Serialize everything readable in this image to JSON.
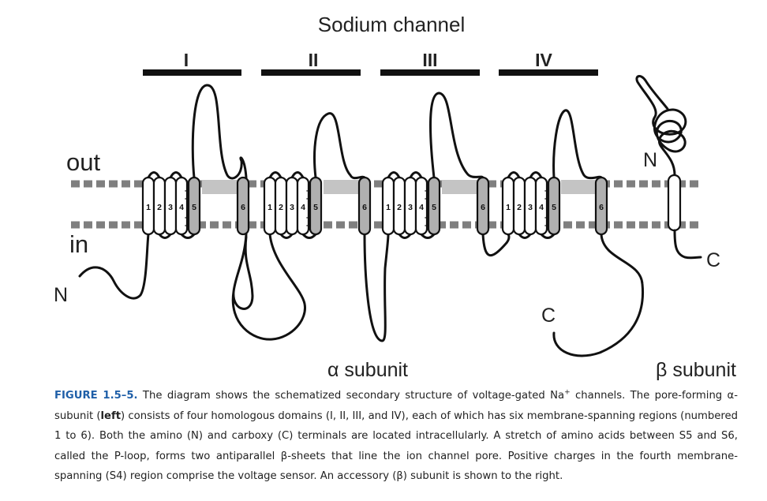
{
  "diagram": {
    "title": "Sodium channel",
    "domains": [
      "I",
      "II",
      "III",
      "IV"
    ],
    "side_labels": {
      "outside": "out",
      "inside": "in"
    },
    "helix_numbers": [
      "1",
      "2",
      "3",
      "4",
      "5",
      "6"
    ],
    "s4_charge": "+",
    "alpha": {
      "label": "α subunit",
      "n_term": "N",
      "c_term": "C"
    },
    "beta": {
      "label": "β subunit",
      "n_term": "N",
      "c_term": "C"
    },
    "colors": {
      "line": "#111111",
      "membrane_dash": "#7f7f7f",
      "p_loop_band": "#c4c4c4",
      "s5_s6_fill": "#b0b0b0",
      "helix_fill": "#ffffff",
      "caption_accent": "#1f5fa8"
    }
  },
  "caption": {
    "figure": "FIGURE 1.5–5.",
    "t1": " The diagram shows the schematized secondary structure of voltage-gated Na",
    "sup": "+",
    "t2": " channels. The pore-forming α-subunit (",
    "bold": "left",
    "t3": ") consists of four homologous domains (I, II, III, and IV), each of which has six membrane-spanning regions (numbered 1 to 6). Both the amino (N) and carboxy (C) terminals are located intracellularly. A stretch of amino acids between S5 and S6, called the P-loop, forms two antiparallel β-sheets that line the ion channel pore. Positive charges in the fourth membrane-spanning (S4) region comprise the voltage sensor. An accessory (β) subunit is shown to the right."
  }
}
